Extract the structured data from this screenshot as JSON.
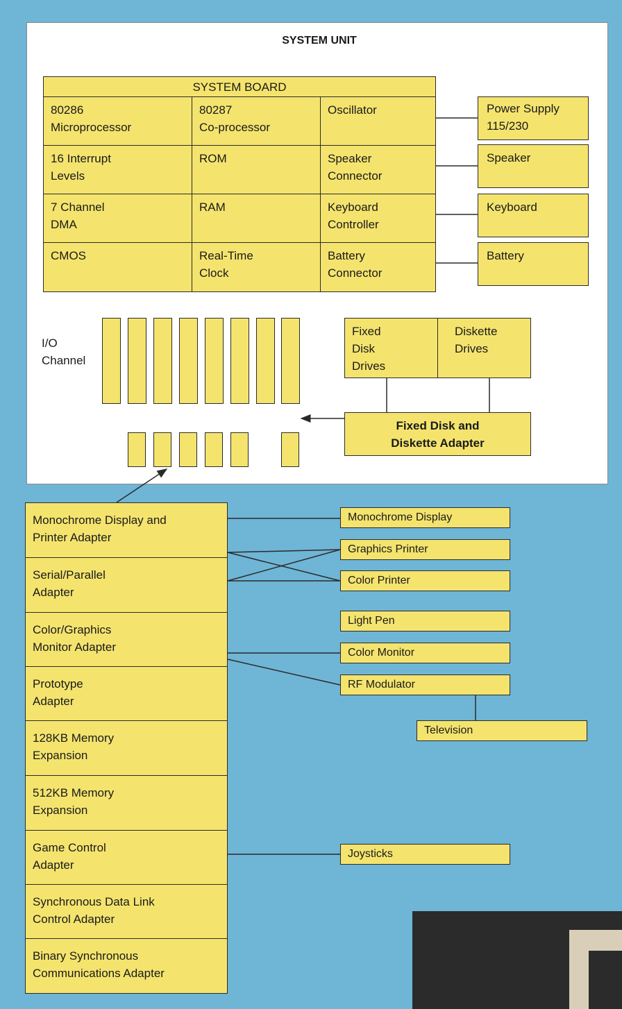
{
  "system_unit": {
    "title": "SYSTEM UNIT",
    "system_board": {
      "title": "SYSTEM BOARD",
      "cells": [
        [
          "80286\nMicroprocessor",
          "80287\nCo-processor",
          "Oscillator"
        ],
        [
          "16 Interrupt\nLevels",
          "ROM",
          "Speaker\nConnector"
        ],
        [
          "7 Channel\nDMA",
          "RAM",
          "Keyboard\nController"
        ],
        [
          "CMOS",
          "Real-Time\nClock",
          "Battery\nConnector"
        ]
      ]
    },
    "external": [
      "Power Supply\n115/230",
      "Speaker",
      "Keyboard",
      "Battery"
    ],
    "io_channel_label": "I/O\nChannel",
    "drives": [
      "Fixed\nDisk\nDrives",
      "Diskette\nDrives"
    ],
    "disk_adapter": "Fixed Disk and\nDiskette Adapter"
  },
  "adapters": [
    "Monochrome Display and\nPrinter Adapter",
    "Serial/Parallel\nAdapter",
    "Color/Graphics\nMonitor Adapter",
    "Prototype\nAdapter",
    "128KB Memory\nExpansion",
    "512KB Memory\nExpansion",
    "Game Control\nAdapter",
    "Synchronous Data Link\nControl Adapter",
    "Binary Synchronous\nCommunications Adapter"
  ],
  "peripherals": {
    "monochrome_display": "Monochrome Display",
    "graphics_printer": "Graphics Printer",
    "color_printer": "Color Printer",
    "light_pen": "Light Pen",
    "color_monitor": "Color Monitor",
    "rf_modulator": "RF Modulator",
    "television": "Television",
    "joysticks": "Joysticks"
  },
  "colors": {
    "background": "#6fb5d6",
    "panel": "#ffffff",
    "box_fill": "#f4e46e",
    "line": "#2a2a2a"
  }
}
